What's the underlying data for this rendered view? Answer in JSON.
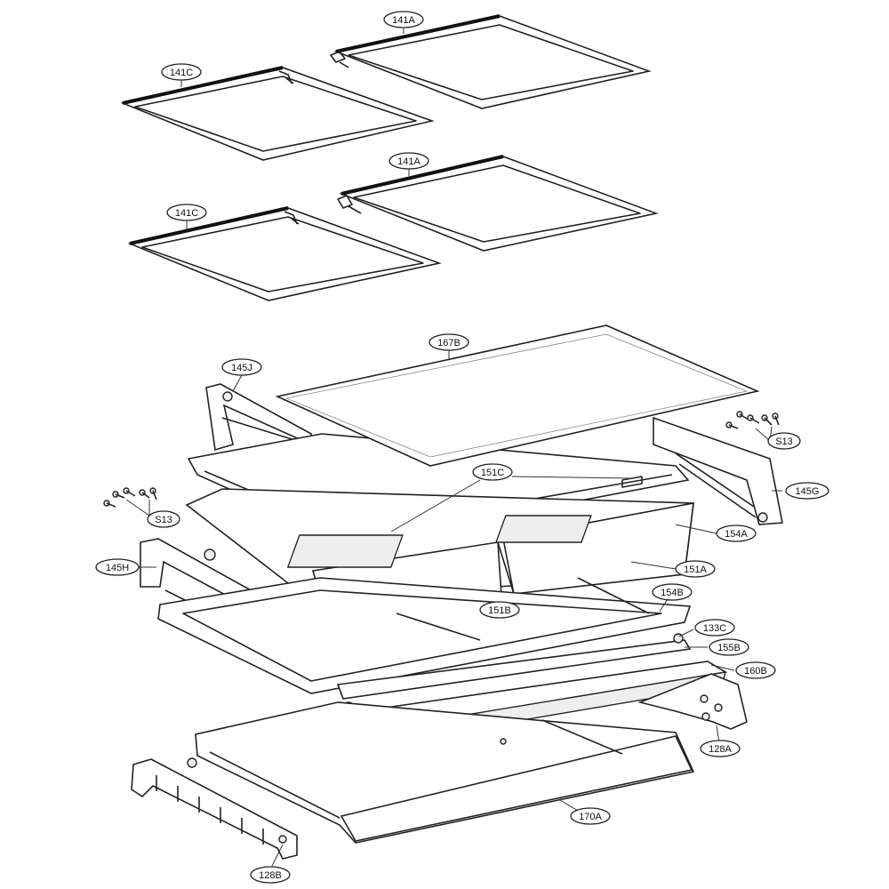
{
  "labels": {
    "l141A_top": "141A",
    "l141C_top": "141C",
    "l141A_mid": "141A",
    "l141C_mid": "141C",
    "l167B": "167B",
    "l145J": "145J",
    "lS13_right": "S13",
    "l145G": "145G",
    "l151C": "151C",
    "lS13_left": "S13",
    "l154A": "154A",
    "l145H": "145H",
    "l151A": "151A",
    "l154B": "154B",
    "l151B": "151B",
    "l133C": "133C",
    "l155B": "155B",
    "l160B": "160B",
    "l128A": "128A",
    "l170A": "170A",
    "l128B": "128B"
  }
}
